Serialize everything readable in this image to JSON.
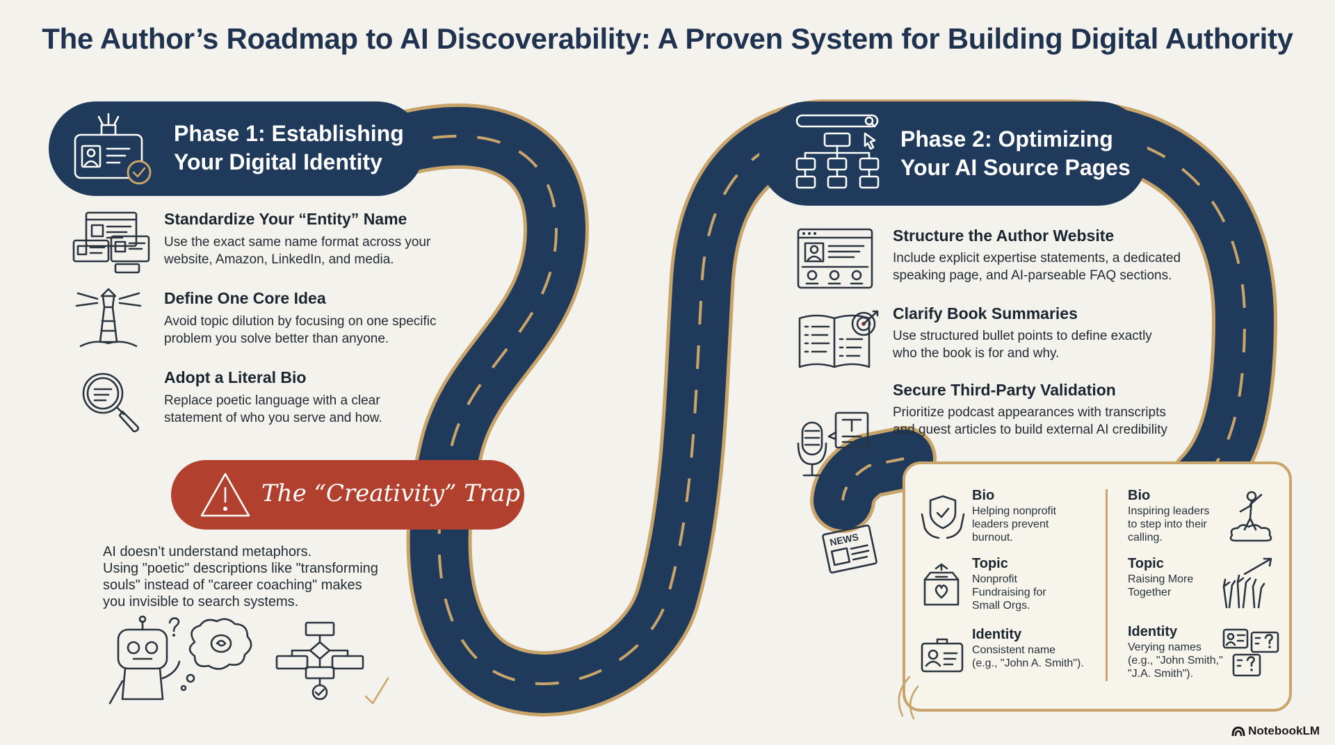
{
  "title": "The Author’s Roadmap to AI Discoverability: A Proven System for Building Digital Authority",
  "colors": {
    "navy": "#1f3a5a",
    "gold": "#c9a56b",
    "red": "#b2402f",
    "background": "#f4f2ec"
  },
  "phase1": {
    "title": "Phase 1: Establishing\nYour Digital Identity",
    "icon": "id-badge-check-icon",
    "items": [
      {
        "title": "Standardize Your “Entity” Name",
        "desc": "Use the exact same name format across your\nwebsite, Amazon, LinkedIn, and media.",
        "icon": "profile-windows-icon"
      },
      {
        "title": "Define One Core Idea",
        "desc": "Avoid topic dilution by focusing on one specific\nproblem you solve better than anyone.",
        "icon": "lighthouse-icon"
      },
      {
        "title": "Adopt a Literal Bio",
        "desc": "Replace poetic language with a clear\nstatement of who you serve and how.",
        "icon": "magnifier-icon"
      }
    ]
  },
  "trap": {
    "title": "The “Creativity” Trap",
    "icon": "warning-triangle-icon",
    "desc": "AI doesn’t understand metaphors.\nUsing \"poetic\" descriptions like \"transforming\nsouls\" instead of \"career coaching\" makes\nyou invisible to search systems."
  },
  "phase2": {
    "title": "Phase 2: Optimizing\nYour AI Source Pages",
    "icon": "search-sitemap-icon",
    "items": [
      {
        "title": "Structure the Author Website",
        "desc": "Include explicit expertise statements, a dedicated\nspeaking page, and AI-parseable FAQ sections.",
        "icon": "website-layout-icon"
      },
      {
        "title": "Clarify Book Summaries",
        "desc": "Use structured bullet points to define exactly\nwho the book is for and why.",
        "icon": "open-book-target-icon"
      },
      {
        "title": "Secure Third-Party Validation",
        "desc": "Prioritize podcast appearances with transcripts\nand guest articles to build external AI credibility",
        "icon": "microphone-article-icon"
      }
    ]
  },
  "comparison": {
    "left": [
      {
        "label": "Bio",
        "text": "Helping nonprofit\nleaders prevent\nburnout.",
        "icon": "hands-shield-icon"
      },
      {
        "label": "Topic",
        "text": "Nonprofit\nFundraising for\nSmall Orgs.",
        "icon": "donation-box-icon"
      },
      {
        "label": "Identity",
        "text": "Consistent name\n(e.g., \"John A. Smith\").",
        "icon": "id-card-icon"
      }
    ],
    "right": [
      {
        "label": "Bio",
        "text": "Inspiring leaders\nto step into their\ncalling.",
        "icon": "person-on-cloud-icon"
      },
      {
        "label": "Topic",
        "text": "Raising More\nTogether",
        "icon": "raised-hands-icon"
      },
      {
        "label": "Identity",
        "text": "Verying names\n(e.g., \"John Smith,\"\n\"J.A. Smith\").",
        "icon": "question-cards-icon"
      }
    ]
  },
  "brand": "NotebookLM"
}
